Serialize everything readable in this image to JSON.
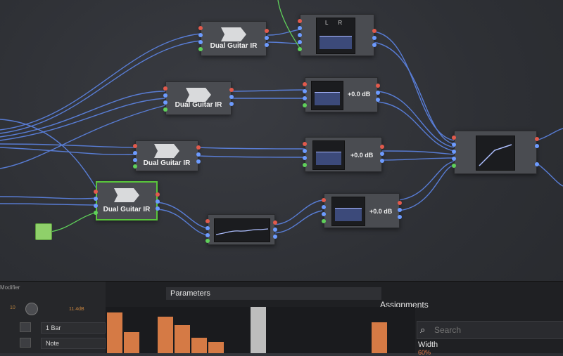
{
  "nodes": {
    "ir1": {
      "title": "Dual Guitar IR"
    },
    "ir2": {
      "title": "Dual Guitar IR"
    },
    "ir3": {
      "title": "Dual Guitar IR"
    },
    "ir4": {
      "title": "Dual Guitar IR"
    }
  },
  "meters": {
    "top": {
      "labels": "L R"
    },
    "m1": {
      "gain": "+0.0 dB"
    },
    "m2": {
      "gain": "+0.0 dB"
    },
    "m3": {
      "gain": "+0.0 dB"
    }
  },
  "bottom": {
    "modifier_label": "Modifier",
    "knob_left": "10",
    "knob_right": "11.4dB",
    "rate_value": "1 Bar",
    "mode_value": "Note",
    "parameters_tab": "Parameters",
    "assignments_tab": "Assignments",
    "search_placeholder": "Search",
    "width_label": "Width",
    "width_value": "60%"
  },
  "colors": {
    "wire": "#6d9bff",
    "accent_orange": "#d57a45",
    "selected": "#59c53b"
  }
}
